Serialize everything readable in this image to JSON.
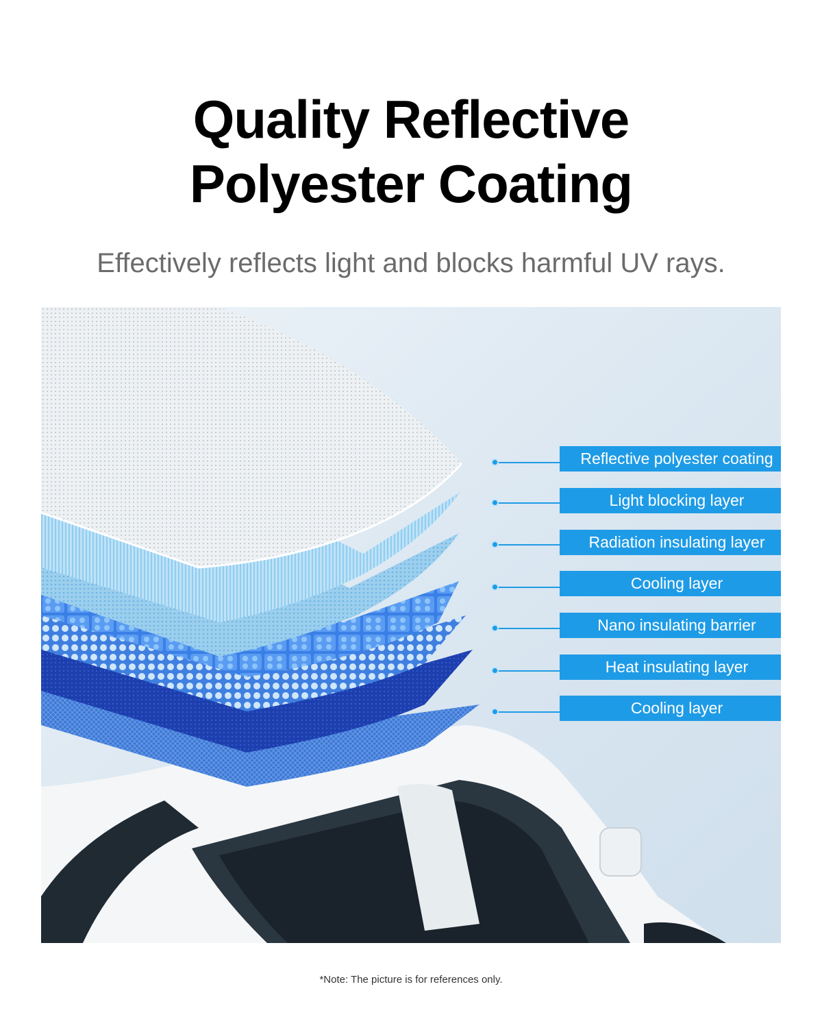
{
  "header": {
    "title_line_1": "Quality Reflective",
    "title_line_2": "Polyester Coating",
    "subtitle": "Effectively reflects light and blocks harmful UV rays."
  },
  "layers": [
    "Reflective polyester coating",
    "Light blocking layer",
    "Radiation insulating layer",
    "Cooling layer",
    "Nano insulating barrier",
    "Heat insulating layer",
    "Cooling layer"
  ],
  "footer": {
    "note": "*Note: The picture is for references only."
  },
  "colors": {
    "label_background": "#1e9be6",
    "label_text": "#ffffff",
    "title": "#000000",
    "subtitle": "#6b6b6b"
  }
}
